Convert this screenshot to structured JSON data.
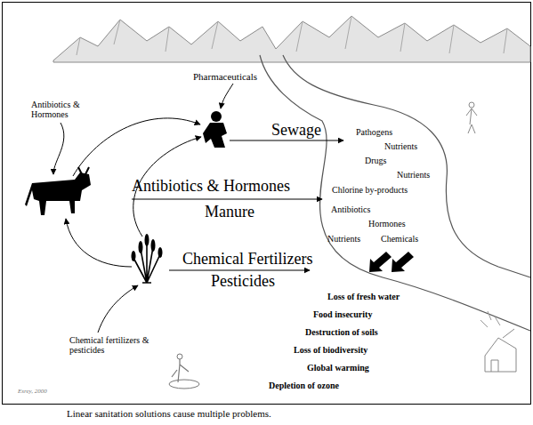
{
  "diagram": {
    "caption": "Linear sanitation solutions cause multiple problems.",
    "labels": [
      "Pharmaceuticals",
      "Antibiotics & Hormones",
      "Sewage",
      "Pathogens",
      "Nutrients",
      "Drugs",
      "Nutrients",
      "Antibiotics & Hormones",
      "Manure",
      "Chlorine by-products",
      "Antibiotics",
      "Hormones",
      "Nutrients",
      "Chemicals",
      "Chemical Fertilizers",
      "Pesticides",
      "Loss of fresh water",
      "Food insecurity",
      "Destruction of soils",
      "Chemical fertilizers & pesticides",
      "Loss of biodiversity",
      "Global warming",
      "Depletion of ozone",
      "Esrey, 2000"
    ]
  }
}
